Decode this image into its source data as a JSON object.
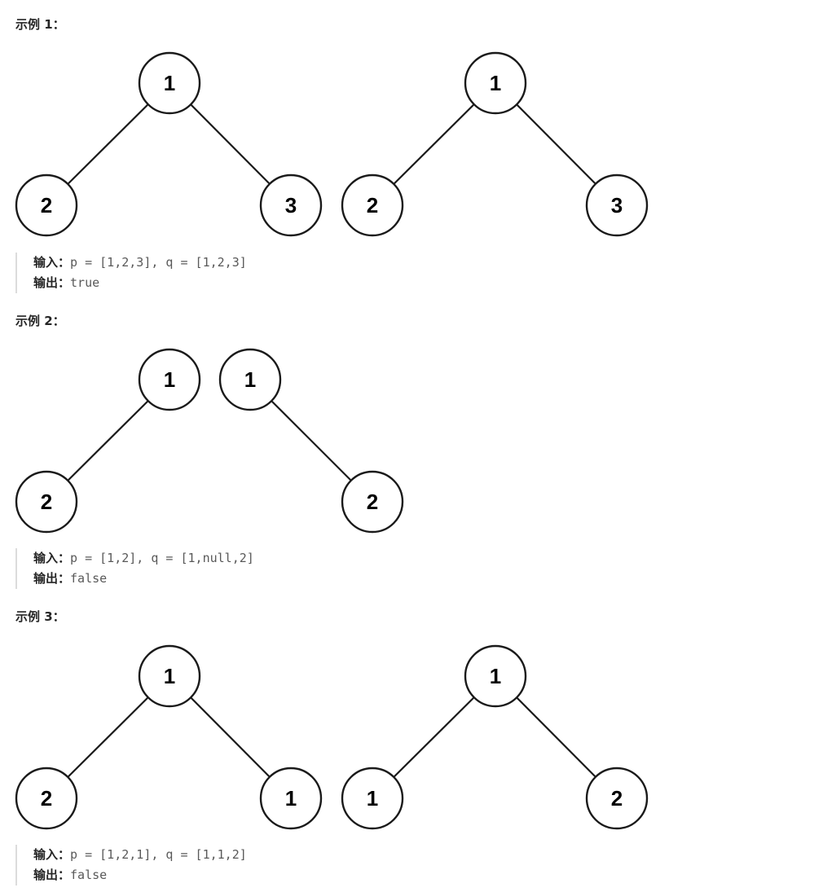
{
  "examples": [
    {
      "heading": "示例 1：",
      "trees": [
        {
          "nodes": [
            "1",
            "2",
            "3"
          ]
        },
        {
          "nodes": [
            "1",
            "2",
            "3"
          ]
        }
      ],
      "input_label": "输入：",
      "input_value": "p = [1,2,3], q = [1,2,3]",
      "output_label": "输出：",
      "output_value": "true"
    },
    {
      "heading": "示例 2：",
      "trees": [
        {
          "nodes": [
            "1",
            "2"
          ]
        },
        {
          "nodes": [
            "1",
            "2"
          ]
        }
      ],
      "input_label": "输入：",
      "input_value": "p = [1,2], q = [1,null,2]",
      "output_label": "输出：",
      "output_value": "false"
    },
    {
      "heading": "示例 3：",
      "trees": [
        {
          "nodes": [
            "1",
            "2",
            "1"
          ]
        },
        {
          "nodes": [
            "1",
            "1",
            "2"
          ]
        }
      ],
      "input_label": "输入：",
      "input_value": "p = [1,2,1], q = [1,1,2]",
      "output_label": "输出：",
      "output_value": "false"
    }
  ]
}
